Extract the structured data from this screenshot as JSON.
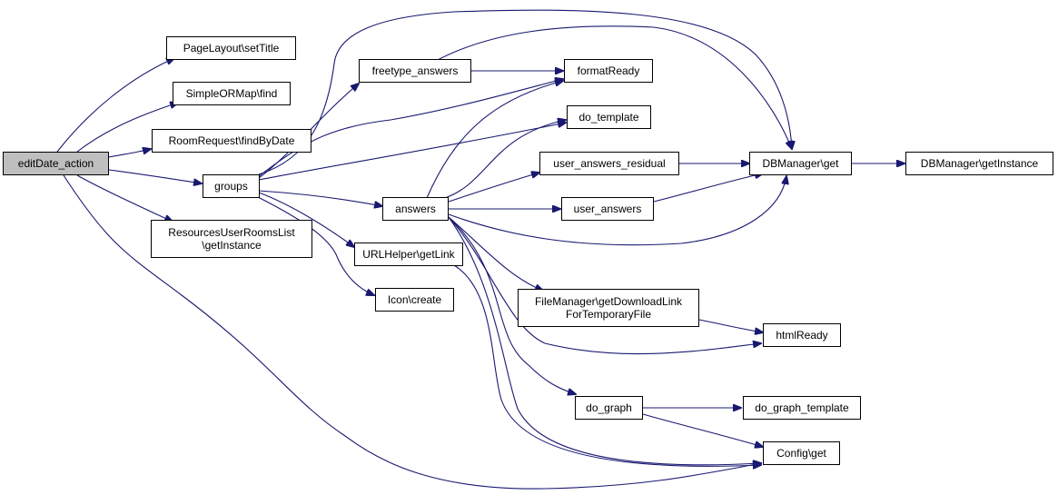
{
  "graph": {
    "edge_color": "#191970",
    "root_fill": "#bfbfbf",
    "nodes": {
      "editDate_action": {
        "label": "editDate_action"
      },
      "pagelayout_settitle": {
        "label": "PageLayout\\setTitle"
      },
      "simpleormap_find": {
        "label": "SimpleORMap\\find"
      },
      "roomrequest_findbydate": {
        "label": "RoomRequest\\findByDate"
      },
      "groups": {
        "label": "groups"
      },
      "resourcesuserroomslist": {
        "label1": "ResourcesUserRoomsList",
        "label2": "\\getInstance"
      },
      "freetype_answers": {
        "label": "freetype_answers"
      },
      "answers": {
        "label": "answers"
      },
      "urlhelper_getlink": {
        "label": "URLHelper\\getLink"
      },
      "icon_create": {
        "label": "Icon\\create"
      },
      "formatready": {
        "label": "formatReady"
      },
      "do_template": {
        "label": "do_template"
      },
      "user_answers_residual": {
        "label": "user_answers_residual"
      },
      "user_answers": {
        "label": "user_answers"
      },
      "filemanager": {
        "label1": "FileManager\\getDownloadLink",
        "label2": "ForTemporaryFile"
      },
      "do_graph": {
        "label": "do_graph"
      },
      "dbmanager_get": {
        "label": "DBManager\\get"
      },
      "dbmanager_getinstance": {
        "label": "DBManager\\getInstance"
      },
      "htmlready": {
        "label": "htmlReady"
      },
      "do_graph_template": {
        "label": "do_graph_template"
      },
      "config_get": {
        "label": "Config\\get"
      }
    }
  }
}
